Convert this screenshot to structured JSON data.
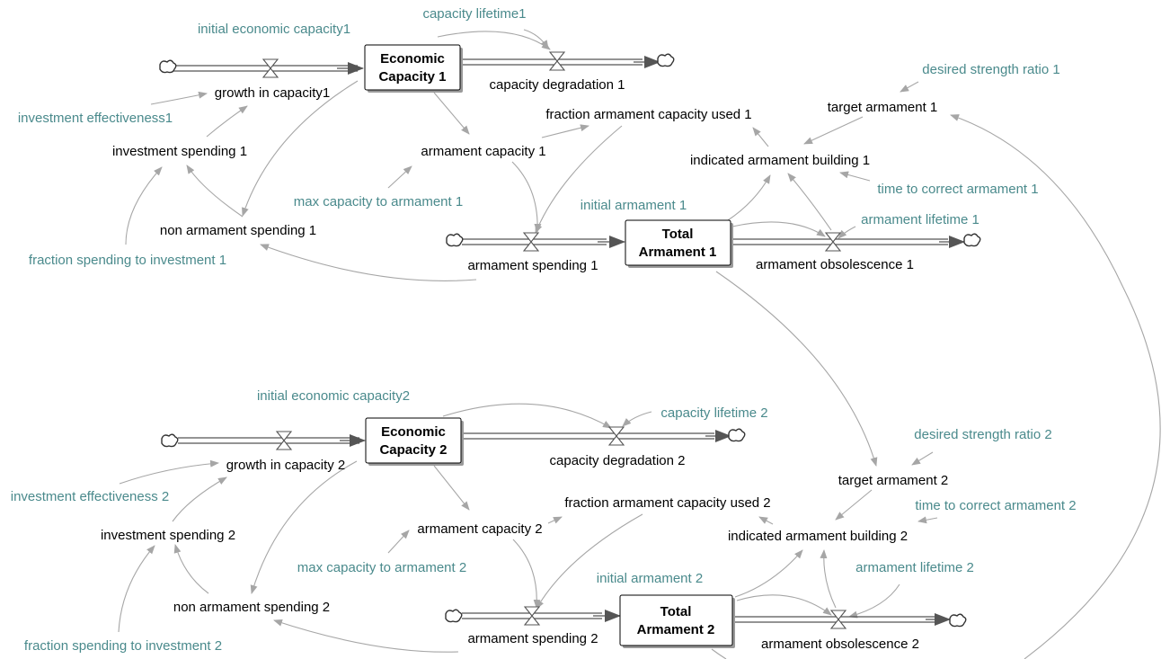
{
  "colors": {
    "variable": "#000000",
    "constant": "#4a8a8c",
    "link": "#a6a6a6",
    "stock_border": "#000000"
  },
  "sector1": {
    "economic_capacity": [
      "Economic",
      "Capacity 1"
    ],
    "total_armament": [
      "Total",
      "Armament 1"
    ],
    "initial_economic_capacity": "initial economic capacity1",
    "capacity_lifetime": "capacity lifetime1",
    "growth_in_capacity": "growth in capacity1",
    "capacity_degradation": "capacity degradation 1",
    "investment_effectiveness": "investment effectiveness1",
    "investment_spending": "investment spending 1",
    "armament_capacity": "armament capacity 1",
    "fraction_armament_capacity_used": "fraction armament capacity used 1",
    "max_capacity_to_armament": "max capacity to armament 1",
    "non_armament_spending": "non armament spending 1",
    "fraction_spending_to_investment": "fraction spending to investment 1",
    "armament_spending": "armament spending 1",
    "initial_armament": "initial armament 1",
    "armament_obsolescence": "armament obsolescence 1",
    "armament_lifetime": "armament lifetime 1",
    "desired_strength_ratio": "desired strength ratio 1",
    "target_armament": "target armament 1",
    "indicated_armament_building": "indicated armament building 1",
    "time_to_correct_armament": "time to correct armament 1"
  },
  "sector2": {
    "economic_capacity": [
      "Economic",
      "Capacity 2"
    ],
    "total_armament": [
      "Total",
      "Armament 2"
    ],
    "initial_economic_capacity": "initial economic capacity2",
    "capacity_lifetime": "capacity lifetime 2",
    "growth_in_capacity": "growth in capacity 2",
    "capacity_degradation": "capacity degradation 2",
    "investment_effectiveness": "investment effectiveness 2",
    "investment_spending": "investment spending 2",
    "armament_capacity": "armament capacity 2",
    "fraction_armament_capacity_used": "fraction armament capacity used 2",
    "max_capacity_to_armament": "max capacity to armament 2",
    "non_armament_spending": "non armament spending 2",
    "fraction_spending_to_investment": "fraction spending to investment 2",
    "armament_spending": "armament spending 2",
    "initial_armament": "initial armament 2",
    "armament_obsolescence": "armament obsolescence 2",
    "armament_lifetime": "armament lifetime 2",
    "desired_strength_ratio": "desired strength ratio 2",
    "target_armament": "target armament 2",
    "indicated_armament_building": "indicated armament building 2",
    "time_to_correct_armament": "time to correct armament 2"
  }
}
